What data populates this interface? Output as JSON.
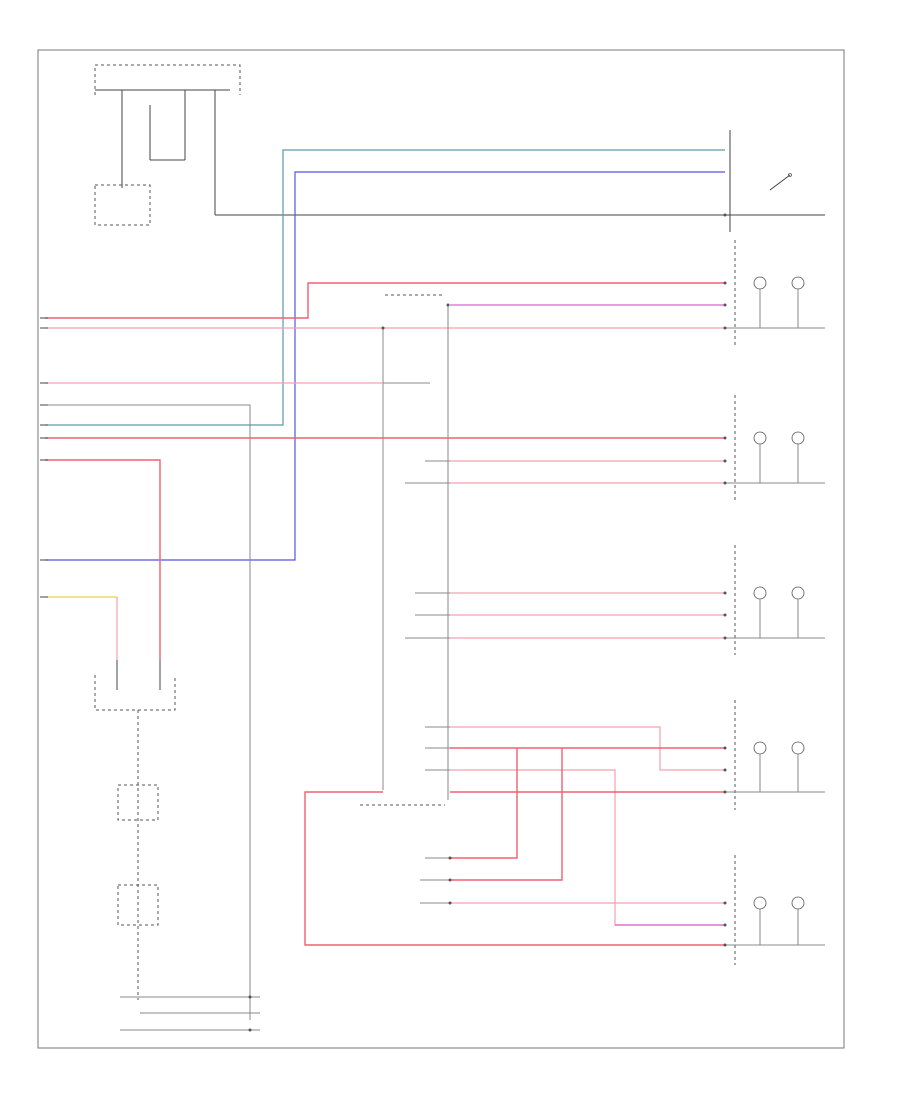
{
  "diagram": {
    "page_label": "",
    "labels": {
      "top_fuse": "",
      "hot": "",
      "ground_top": "",
      "ground_bottom": "",
      "g_bottom": ""
    },
    "components": [
      {
        "id": "lf_door",
        "label": ""
      },
      {
        "id": "lf_lamps",
        "label": ""
      },
      {
        "id": "rf_lamps",
        "label": ""
      },
      {
        "id": "rear_lamps",
        "label": ""
      },
      {
        "id": "rr_lamps",
        "label": ""
      },
      {
        "id": "lr_lamps",
        "label": ""
      },
      {
        "id": "junction_top",
        "label": ""
      },
      {
        "id": "junction_bottom",
        "label": ""
      },
      {
        "id": "switch",
        "label": ""
      },
      {
        "id": "relay1",
        "label": ""
      },
      {
        "id": "relay2",
        "label": ""
      }
    ],
    "colors": {
      "red": "#f06070",
      "pink": "#f4a0b0",
      "magenta": "#e060d0",
      "blue": "#5555e0",
      "teal": "#5a9aa8",
      "yellow": "#e8d040",
      "black": "#444444"
    }
  }
}
